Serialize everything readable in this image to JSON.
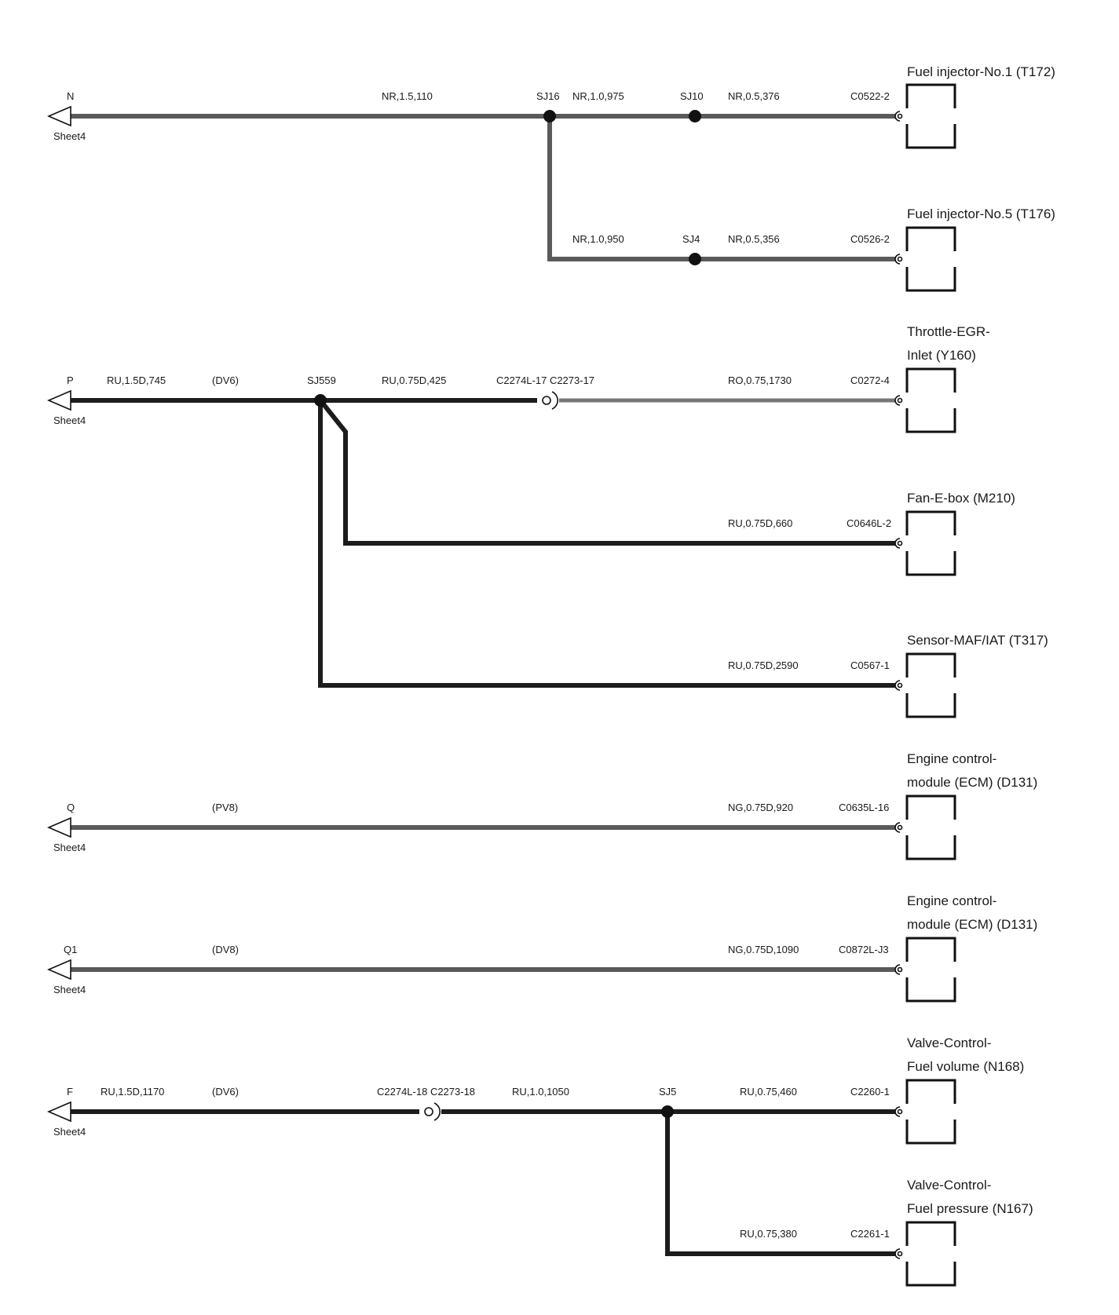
{
  "circuits": [
    {
      "port": "N",
      "sheet": "Sheet4",
      "wires": [
        "NR,1.5,110",
        "NR,1.0,975",
        "NR,0.5,376",
        "NR,1.0,950",
        "NR,0.5,356"
      ],
      "splices": [
        "SJ16",
        "SJ10",
        "SJ4"
      ],
      "connectors": [
        "C0522-2",
        "C0526-2"
      ],
      "components": [
        "Fuel injector-No.1 (T172)",
        "Fuel injector-No.5 (T176)"
      ]
    },
    {
      "port": "P",
      "sheet": "Sheet4",
      "wires": [
        "RU,1.5D,745",
        "RU,0.75D,425",
        "RO,0.75,1730",
        "RU,0.75D,660",
        "RU,0.75D,2590"
      ],
      "tag": "(DV6)",
      "splices": [
        "SJ559"
      ],
      "inline_connector": "C2274L-17 C2273-17",
      "connectors": [
        "C0272-4",
        "C0646L-2",
        "C0567-1"
      ],
      "components": [
        [
          "Throttle-EGR-",
          "Inlet (Y160)"
        ],
        "Fan-E-box (M210)",
        "Sensor-MAF/IAT (T317)"
      ]
    },
    {
      "port": "Q",
      "sheet": "Sheet4",
      "tag": "(PV8)",
      "wires": [
        "NG,0.75D,920"
      ],
      "connectors": [
        "C0635L-16"
      ],
      "components": [
        [
          "Engine control-",
          "module (ECM) (D131)"
        ]
      ]
    },
    {
      "port": "Q1",
      "sheet": "Sheet4",
      "tag": "(DV8)",
      "wires": [
        "NG,0.75D,1090"
      ],
      "connectors": [
        "C0872L-J3"
      ],
      "components": [
        [
          "Engine control-",
          "module (ECM) (D131)"
        ]
      ]
    },
    {
      "port": "F",
      "sheet": "Sheet4",
      "tag": "(DV6)",
      "wires": [
        "RU,1.5D,1170",
        "RU,1.0,1050",
        "RU,0.75,460",
        "RU,0.75,380"
      ],
      "splices": [
        "SJ5"
      ],
      "inline_connector": "C2274L-18 C2273-18",
      "connectors": [
        "C2260-1",
        "C2261-1"
      ],
      "components": [
        [
          "Valve-Control-",
          "Fuel volume (N168)"
        ],
        [
          "Valve-Control-",
          "Fuel pressure (N167)"
        ]
      ]
    }
  ]
}
